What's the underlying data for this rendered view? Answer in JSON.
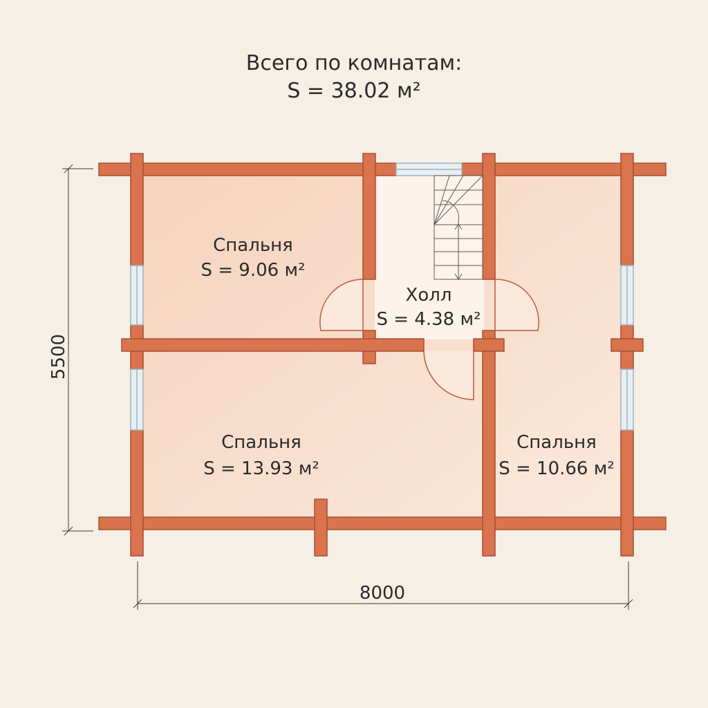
{
  "header": {
    "title": "Всего по комнатам:",
    "total_area": "S = 38.02 м²"
  },
  "rooms": [
    {
      "name": "Спальня",
      "area": "S = 9.06 м²"
    },
    {
      "name": "Холл",
      "area": "S = 4.38 м²"
    },
    {
      "name": "Спальня",
      "area": "S = 13.93 м²"
    },
    {
      "name": "Спальня",
      "area": "S = 10.66 м²"
    }
  ],
  "dimensions": {
    "height": "5500",
    "width": "8000"
  },
  "colors": {
    "background": "#f5efe6",
    "wall": "#d9744e",
    "wall_stroke": "#a84e30",
    "room_fill": "#f6d9c4",
    "window": "#e8eef2"
  }
}
